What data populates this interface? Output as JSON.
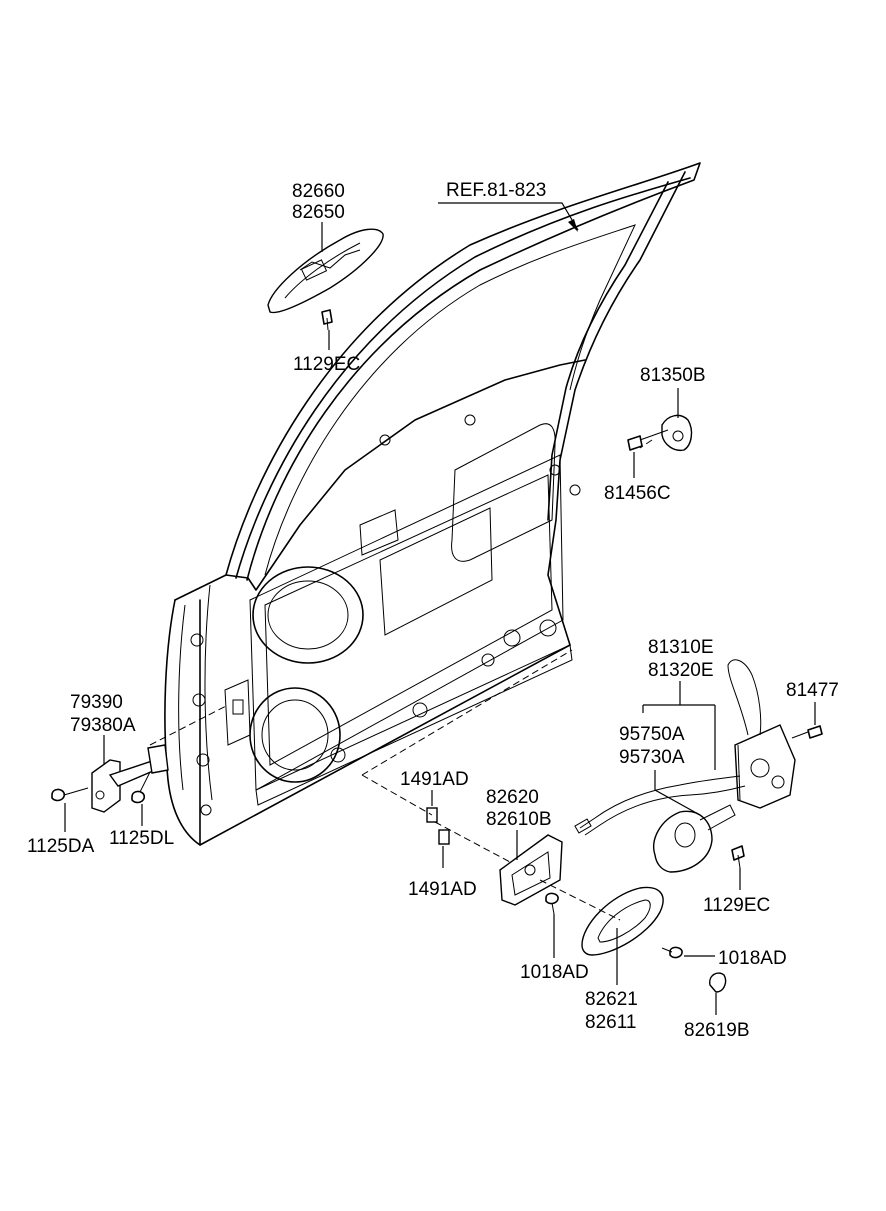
{
  "labels": {
    "ref": "REF.81-823",
    "p82660": "82660",
    "p82650": "82650",
    "p1129ec_top": "1129EC",
    "p81350b": "81350B",
    "p81456c": "81456C",
    "p79390": "79390",
    "p79380a": "79380A",
    "p1125da": "1125DA",
    "p1125dl": "1125DL",
    "p81310e": "81310E",
    "p81320e": "81320E",
    "p81477": "81477",
    "p95750a": "95750A",
    "p95730a": "95730A",
    "p1491ad_top": "1491AD",
    "p1491ad_bottom": "1491AD",
    "p82620": "82620",
    "p82610b": "82610B",
    "p1129ec_right": "1129EC",
    "p1018ad_left": "1018AD",
    "p1018ad_right": "1018AD",
    "p82621": "82621",
    "p82611": "82611",
    "p82619b": "82619B"
  }
}
